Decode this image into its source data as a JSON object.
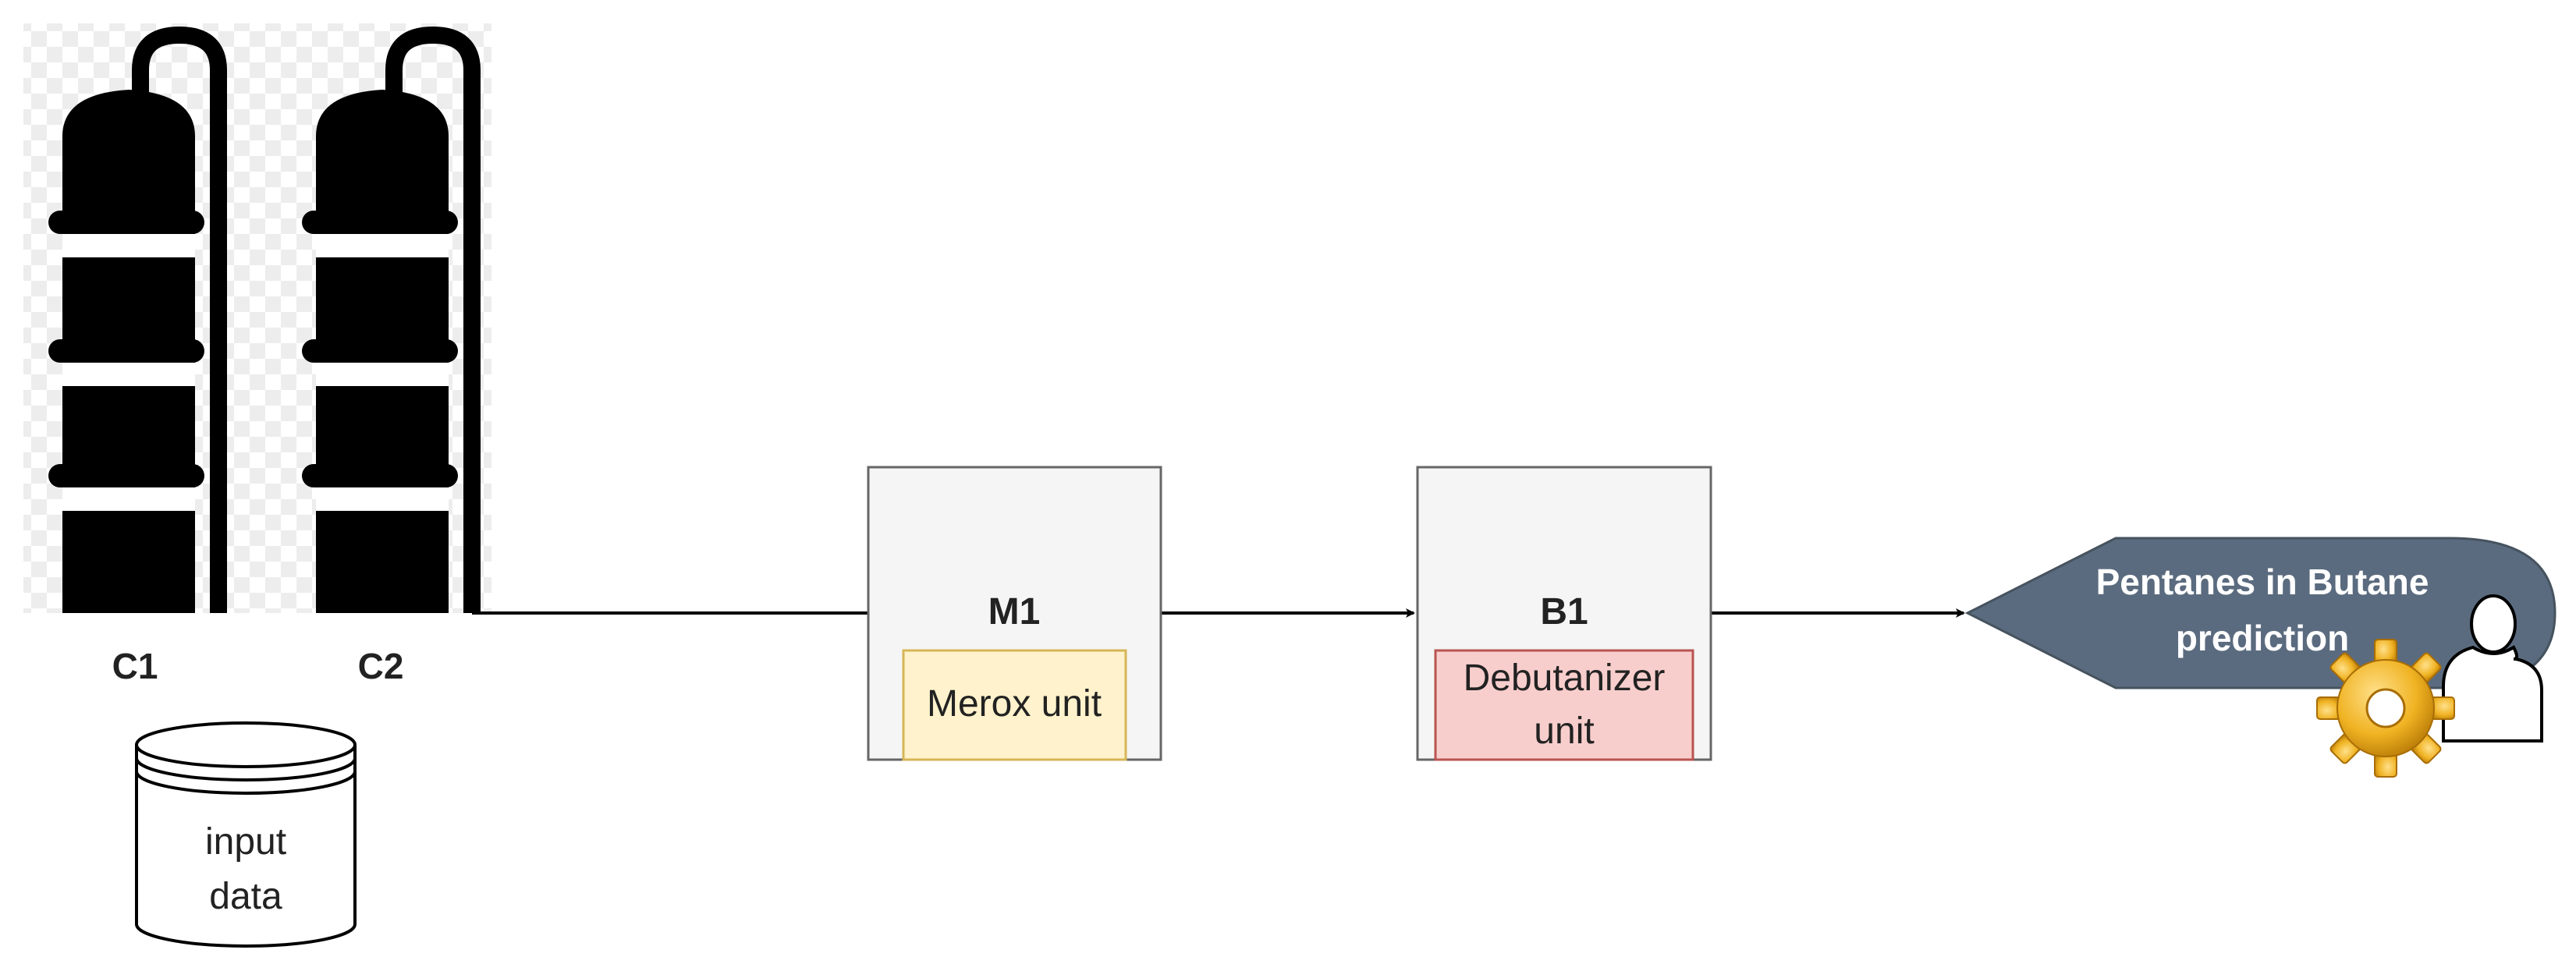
{
  "columns": [
    {
      "id": "C1",
      "label": "C1"
    },
    {
      "id": "C2",
      "label": "C2"
    }
  ],
  "database": {
    "line1": "input",
    "line2": "data"
  },
  "units": [
    {
      "id": "M1",
      "label": "M1",
      "name": "Merox unit",
      "name_fill": "#fff2cc",
      "name_stroke": "#d6b656"
    },
    {
      "id": "B1",
      "label": "B1",
      "name_line1": "Debutanizer",
      "name_line2": "unit",
      "name_fill": "#f8cecc",
      "name_stroke": "#b85450"
    }
  ],
  "output": {
    "line1": "Pentanes in Butane",
    "line2": "prediction",
    "fill": "#5b6b7f",
    "icons": [
      "gear-icon",
      "user-icon"
    ]
  },
  "colors": {
    "unit_box_fill": "#f5f5f5",
    "unit_box_stroke": "#666666",
    "connector": "#000000",
    "column_icon": "#000000",
    "gear": "#f0b323"
  }
}
